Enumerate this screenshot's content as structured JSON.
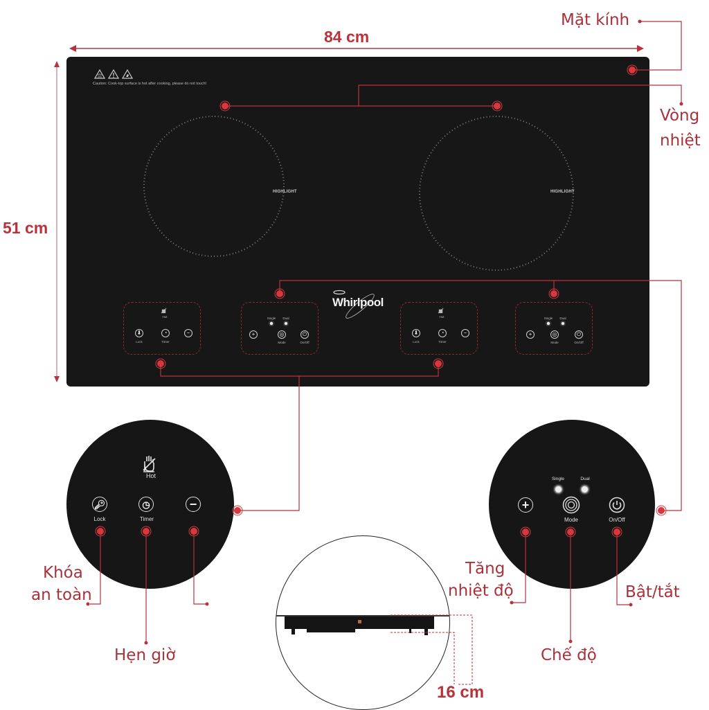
{
  "dimensions": {
    "width": "84 cm",
    "height": "51 cm",
    "depth": "16 cm"
  },
  "callouts": {
    "glass": "Mặt kính",
    "heating_ring_line1": "Vòng",
    "heating_ring_line2": "nhiệt",
    "safety_lock_line1": "Khóa",
    "safety_lock_line2": "an toàn",
    "timer": "Hẹn giờ",
    "increase_temp_line1": "Tăng",
    "increase_temp_line2": "nhiệt độ",
    "mode": "Chế độ",
    "power": "Bật/tắt"
  },
  "cooktop": {
    "brand": "Whirlpool",
    "caution_text": "Caution: Cook-top surface is hot after cooking, please do not touch!",
    "zone_left_label": "HIGHLIGHT",
    "zone_right_label": "HIGHLIGHT",
    "panel_left": {
      "hot": "Hot",
      "lock": "Lock",
      "timer": "Timer"
    },
    "panel_right": {
      "single": "Single",
      "dual": "Dual",
      "mode": "Mode",
      "onoff": "On/Off"
    }
  },
  "zoom_left": {
    "hot": "Hot",
    "lock": "Lock",
    "timer": "Timer",
    "minus_symbol": "−"
  },
  "zoom_right": {
    "single": "Single",
    "dual": "Dual",
    "plus_symbol": "+",
    "mode": "Mode",
    "onoff": "On/Off"
  },
  "colors": {
    "accent_red": "#a8323a",
    "glass_black": "#171717",
    "dot_red": "#d9363e"
  }
}
